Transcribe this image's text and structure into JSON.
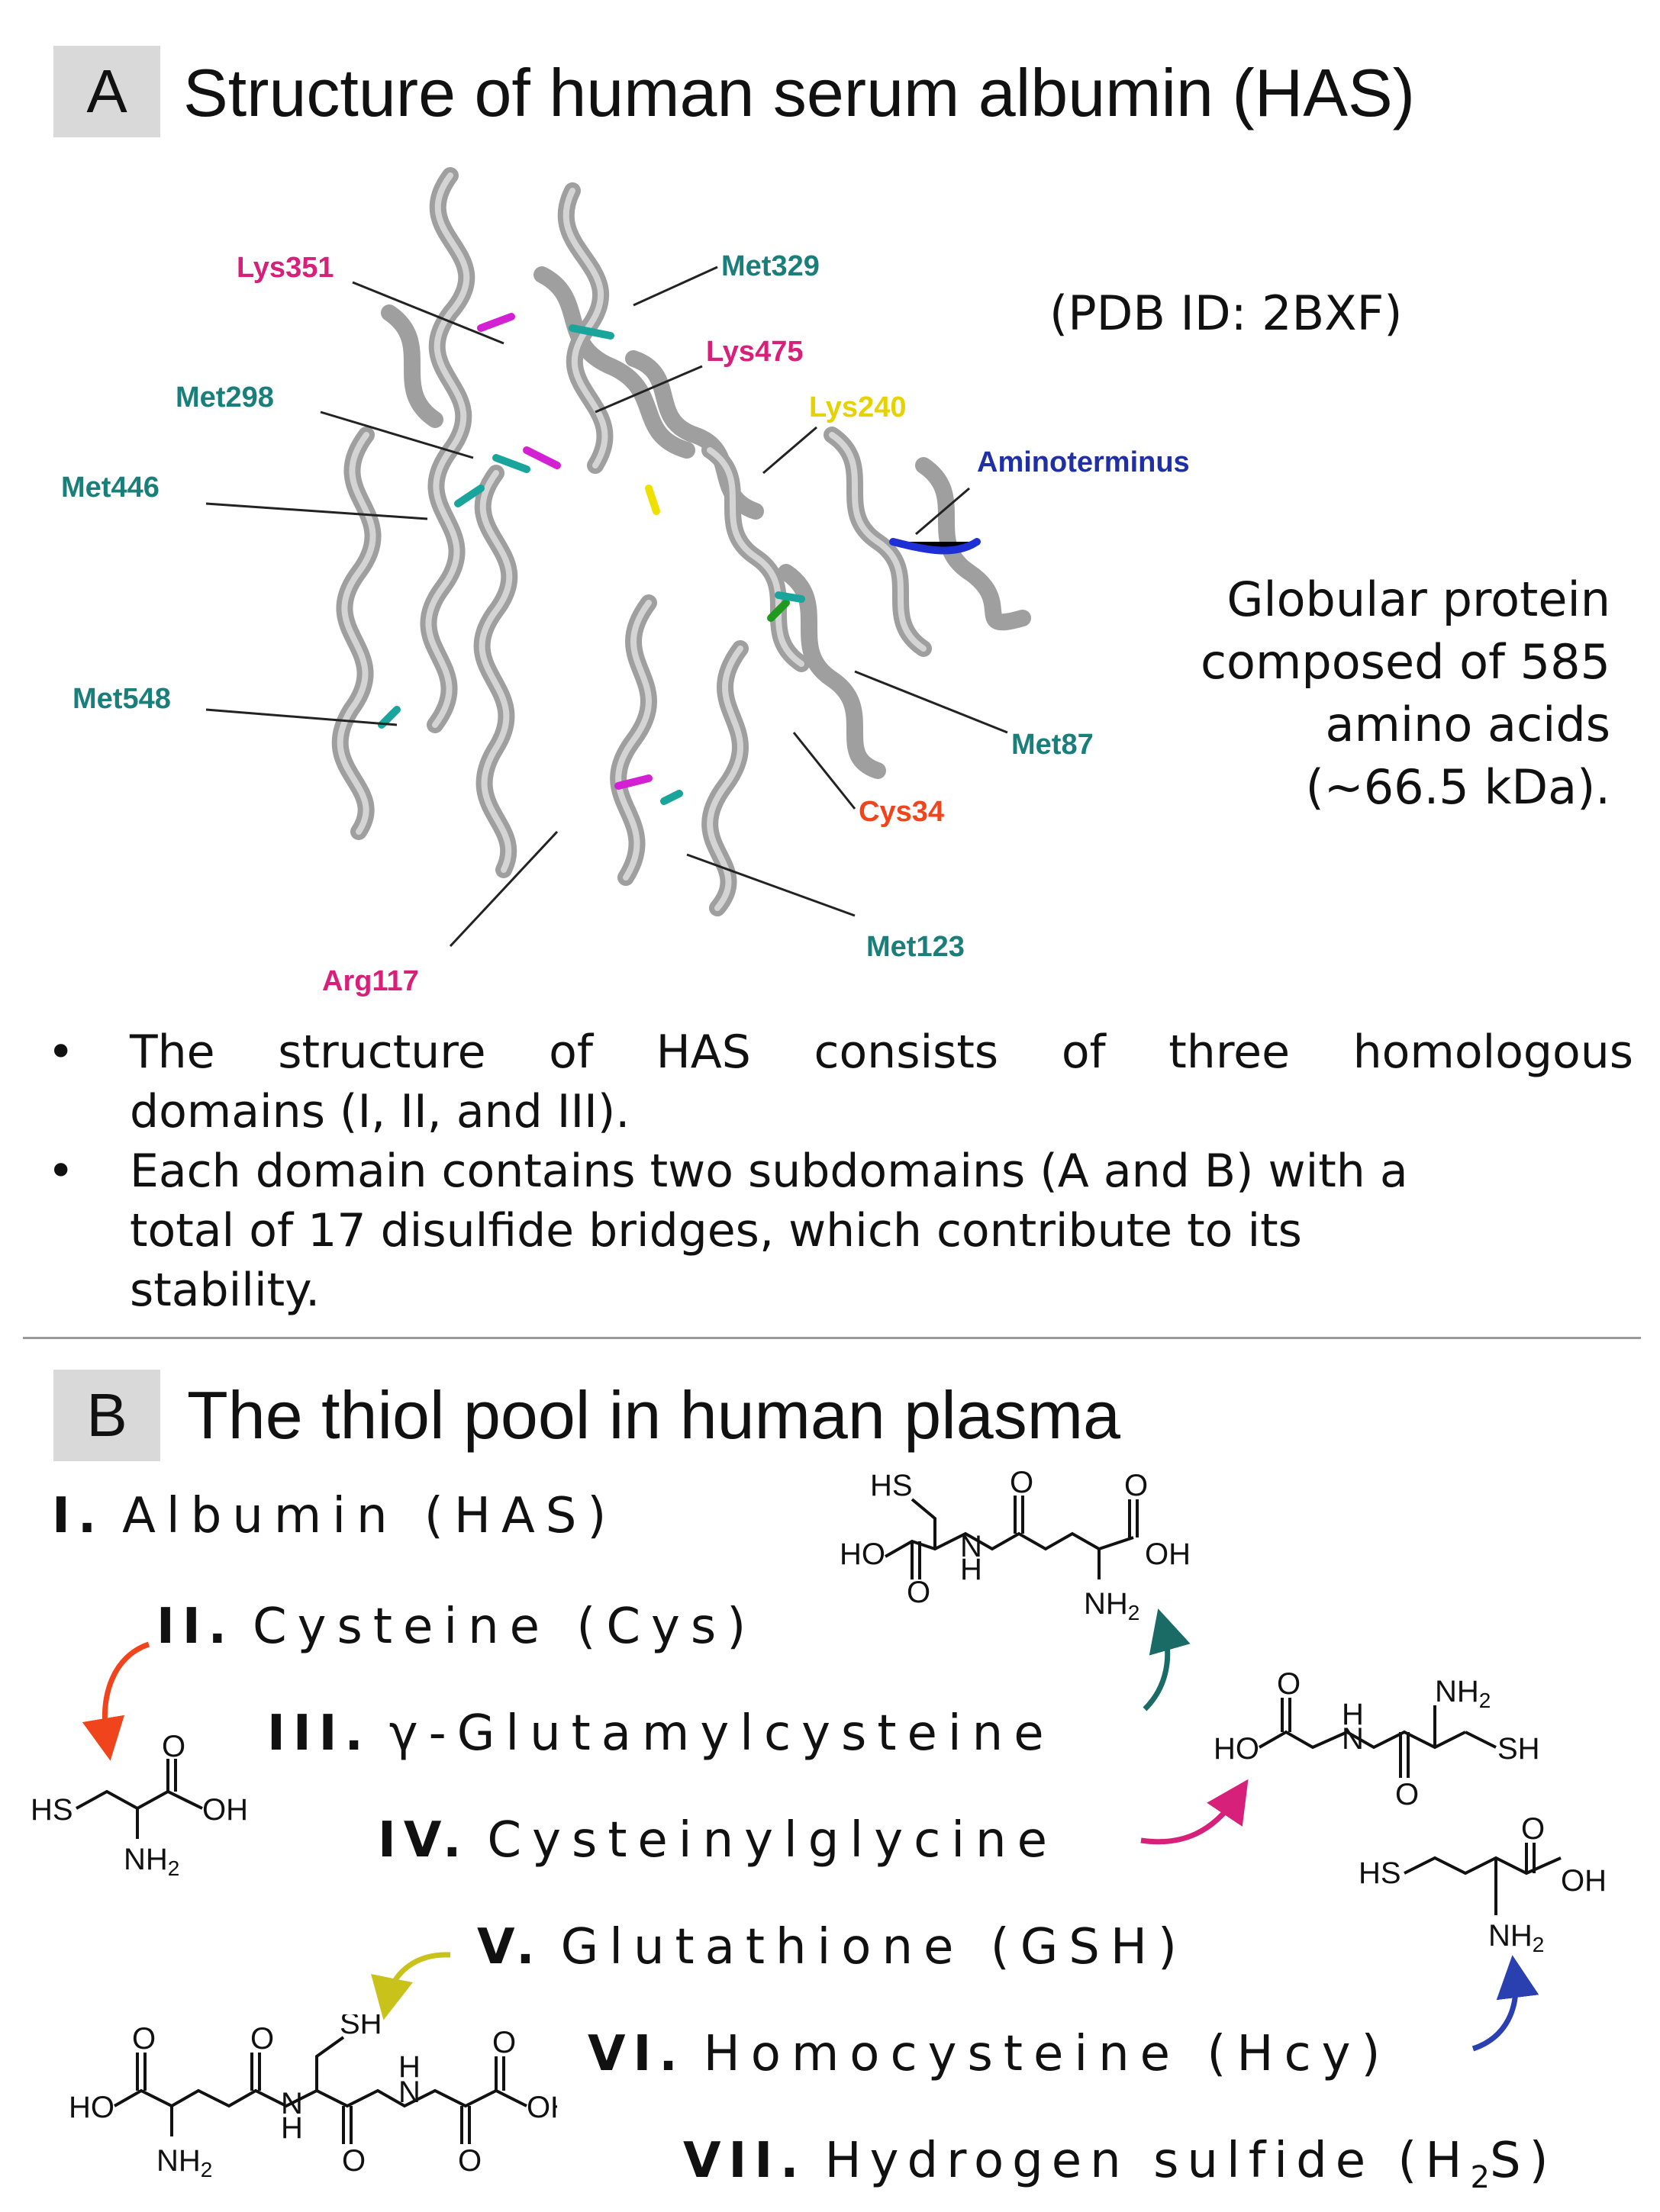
{
  "panelA": {
    "letter": "A",
    "title": "Structure of human serum albumin (HAS)",
    "pdb": "(PDB ID: 2BXF)",
    "residues": [
      {
        "id": "lys351",
        "text": "Lys351",
        "color": "#d6207a"
      },
      {
        "id": "met329",
        "text": "Met329",
        "color": "#1a7f7a"
      },
      {
        "id": "lys475",
        "text": "Lys475",
        "color": "#d6207a"
      },
      {
        "id": "met298",
        "text": "Met298",
        "color": "#1a7f7a"
      },
      {
        "id": "lys240",
        "text": "Lys240",
        "color": "#e6d200"
      },
      {
        "id": "aminoterminus",
        "text": "Aminoterminus",
        "color": "#1f2fa6"
      },
      {
        "id": "met446",
        "text": "Met446",
        "color": "#1a7f7a"
      },
      {
        "id": "met548",
        "text": "Met548",
        "color": "#1a7f7a"
      },
      {
        "id": "met87",
        "text": "Met87",
        "color": "#1a7f7a"
      },
      {
        "id": "cys34",
        "text": "Cys34",
        "color": "#f0451c"
      },
      {
        "id": "met123",
        "text": "Met123",
        "color": "#1a7f7a"
      },
      {
        "id": "arg117",
        "text": "Arg117",
        "color": "#d6207a"
      }
    ],
    "description": [
      "Globular protein",
      "composed of 585",
      "amino acids",
      "(~66.5 kDa)."
    ],
    "bullets": [
      {
        "dot": "•",
        "line1": "The structure of HAS consists of three homologous",
        "line2": "domains (I, II, and III)."
      },
      {
        "dot": "•",
        "line1": "Each domain contains two subdomains (A and B) with a",
        "line2": "total of 17 disulfide bridges, which contribute to its",
        "line3": "stability."
      }
    ]
  },
  "panelB": {
    "letter": "B",
    "title": "The thiol pool in human plasma",
    "thiols": [
      {
        "numeral": "I.",
        "name": "Albumin (HAS)"
      },
      {
        "numeral": "II.",
        "name": "Cysteine (Cys)"
      },
      {
        "numeral": "III.",
        "name": "γ-Glutamylcysteine"
      },
      {
        "numeral": "IV.",
        "name": "Cysteinylglycine"
      },
      {
        "numeral": "V.",
        "name": "Glutathione (GSH)"
      },
      {
        "numeral": "VI.",
        "name": "Homocysteine (Hcy)"
      },
      {
        "numeral": "VII.",
        "name_pre": "Hydrogen sulfide (H",
        "name_sub": "2",
        "name_post": "S)"
      }
    ],
    "atoms": {
      "HS": "HS",
      "SH": "SH",
      "OH": "OH",
      "HO": "HO",
      "O": "O",
      "N": "N",
      "H": "H",
      "NH": "NH",
      "NH2_base": "NH",
      "sub2": "2"
    },
    "arrow_colors": {
      "cys": "#f0451c",
      "ggc": "#1a6b66",
      "cysgly": "#d6207a",
      "gsh": "#c9c21a",
      "hcy": "#2a3fb0"
    }
  }
}
